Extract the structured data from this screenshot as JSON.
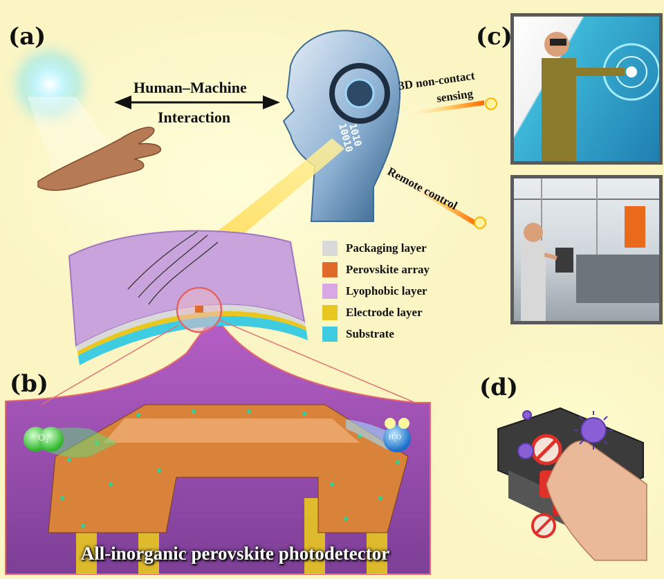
{
  "panels": {
    "a": "(a)",
    "b": "(b)",
    "c": "(c)",
    "d": "(d)"
  },
  "hmi": {
    "line1": "Human–Machine",
    "line2": "Interaction"
  },
  "sensing_label": {
    "line1": "3D non-contact",
    "line2": "sensing"
  },
  "remote_label": "Remote control",
  "legend": [
    {
      "label": "Packaging layer",
      "color": "#d9d9d9"
    },
    {
      "label": "Perovskite array",
      "color": "#e06a2a"
    },
    {
      "label": "Lyophobic layer",
      "color": "#d7a8e3"
    },
    {
      "label": "Electrode layer",
      "color": "#e8c820"
    },
    {
      "label": "Substrate",
      "color": "#3fcbe0"
    }
  ],
  "molecules": {
    "oxygen": "O₂",
    "water": "H₂O"
  },
  "caption_b": "All-inorganic perovskite photodetector",
  "colors": {
    "background": "#fbf5c4",
    "device_purple": "#c9a3dc",
    "substrate_cyan": "#3fcbe0",
    "electrode_yellow": "#e8c820",
    "perovskite_orange": "#d9823a",
    "virus_purple": "#8a5fd6",
    "prohibit_red": "#e0302a"
  },
  "icons": [
    "light-source-icon",
    "hand-icon",
    "robot-head-icon",
    "virus-icon",
    "prohibited-icon",
    "finger-icon"
  ]
}
